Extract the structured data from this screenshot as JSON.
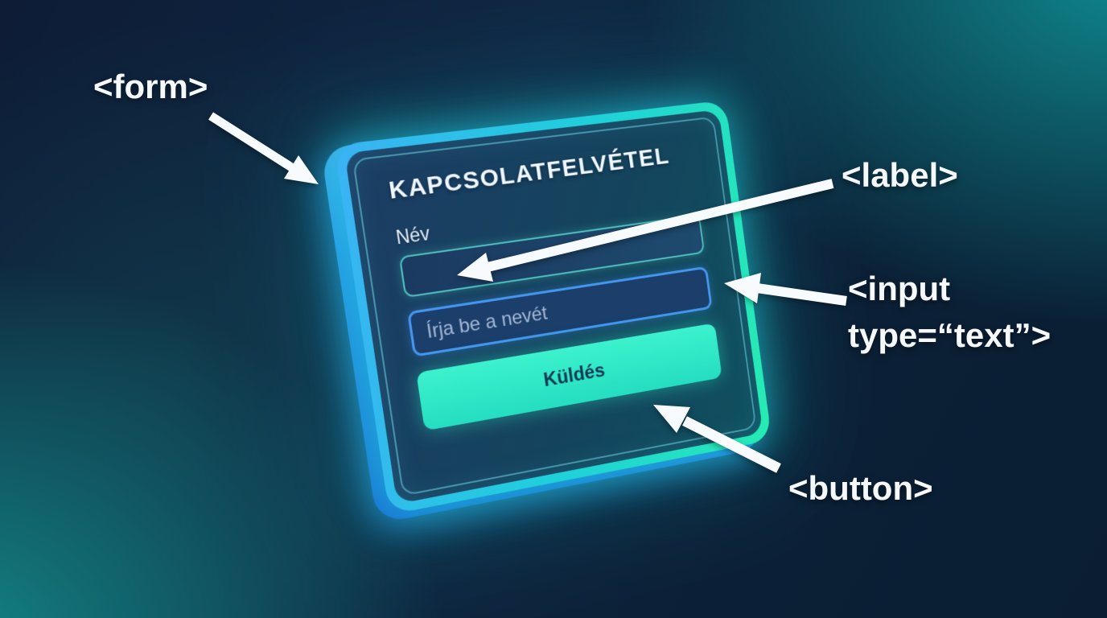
{
  "annotations": {
    "form_tag": "<form>",
    "label_tag": "<label>",
    "input_tag_line1": "<input",
    "input_tag_line2": "type=“text”>",
    "button_tag": "<button>"
  },
  "form_card": {
    "title": "KAPCSOLATFELVÉTEL",
    "name_label": "Név",
    "name_input": {
      "value": ""
    },
    "placeholder_input": {
      "placeholder": "Írja be a nevét"
    },
    "submit_label": "Küldés"
  },
  "colors": {
    "background_navy": "#0e1c36",
    "background_teal": "#0f9094",
    "card_edge_blue": "#3ab2f5",
    "card_edge_teal": "#27ecb2",
    "card_side_blue": "#2b8df0",
    "card_face_navy": "#1b3b61",
    "input_border_blue": "#4496f0",
    "field_border_teal": "#56d6cd",
    "button_mint": "#2ee9c7",
    "button_text_navy": "#123a54",
    "annotation_text": "#f5f9fc",
    "placeholder_text": "#a3b8d4"
  }
}
